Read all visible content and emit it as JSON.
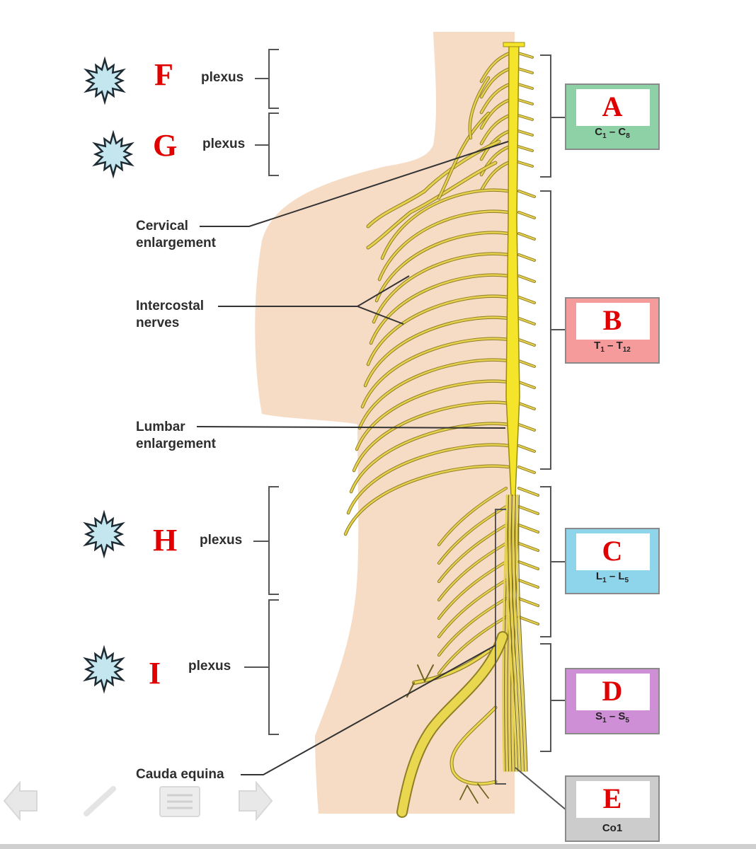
{
  "labels": {
    "plexus": "plexus",
    "cervical_line1": "Cervical",
    "cervical_line2": "enlargement",
    "intercostal_line1": "Intercostal",
    "intercostal_line2": "nerves",
    "lumbar_line1": "Lumbar",
    "lumbar_line2": "enlargement",
    "cauda": "Cauda equina"
  },
  "answer_letters": {
    "F": "F",
    "G": "G",
    "H": "H",
    "I": "I"
  },
  "regions": [
    {
      "letter": "A",
      "prefix": "C",
      "start": "1",
      "end": "8",
      "single": "",
      "color": "#8fd1a6"
    },
    {
      "letter": "B",
      "prefix": "T",
      "start": "1",
      "end": "12",
      "single": "",
      "color": "#f59b9b"
    },
    {
      "letter": "C",
      "prefix": "L",
      "start": "1",
      "end": "5",
      "single": "",
      "color": "#8ed4ea"
    },
    {
      "letter": "D",
      "prefix": "S",
      "start": "1",
      "end": "5",
      "single": "",
      "color": "#cf8fd6"
    },
    {
      "letter": "E",
      "prefix": "",
      "start": "",
      "end": "",
      "single": "Co1",
      "color": "#cccccc"
    }
  ],
  "colors": {
    "skin": "#f7dcc5",
    "nerve": "#e6d24e",
    "nerve_edge": "#8f7e24",
    "cord": "#f5e52a",
    "letter": "#e00000",
    "star": "#c4e6ee"
  },
  "icons": [
    "burst-star-icon",
    "prev-arrow-icon",
    "pen-icon",
    "menu-icon",
    "next-arrow-icon"
  ]
}
